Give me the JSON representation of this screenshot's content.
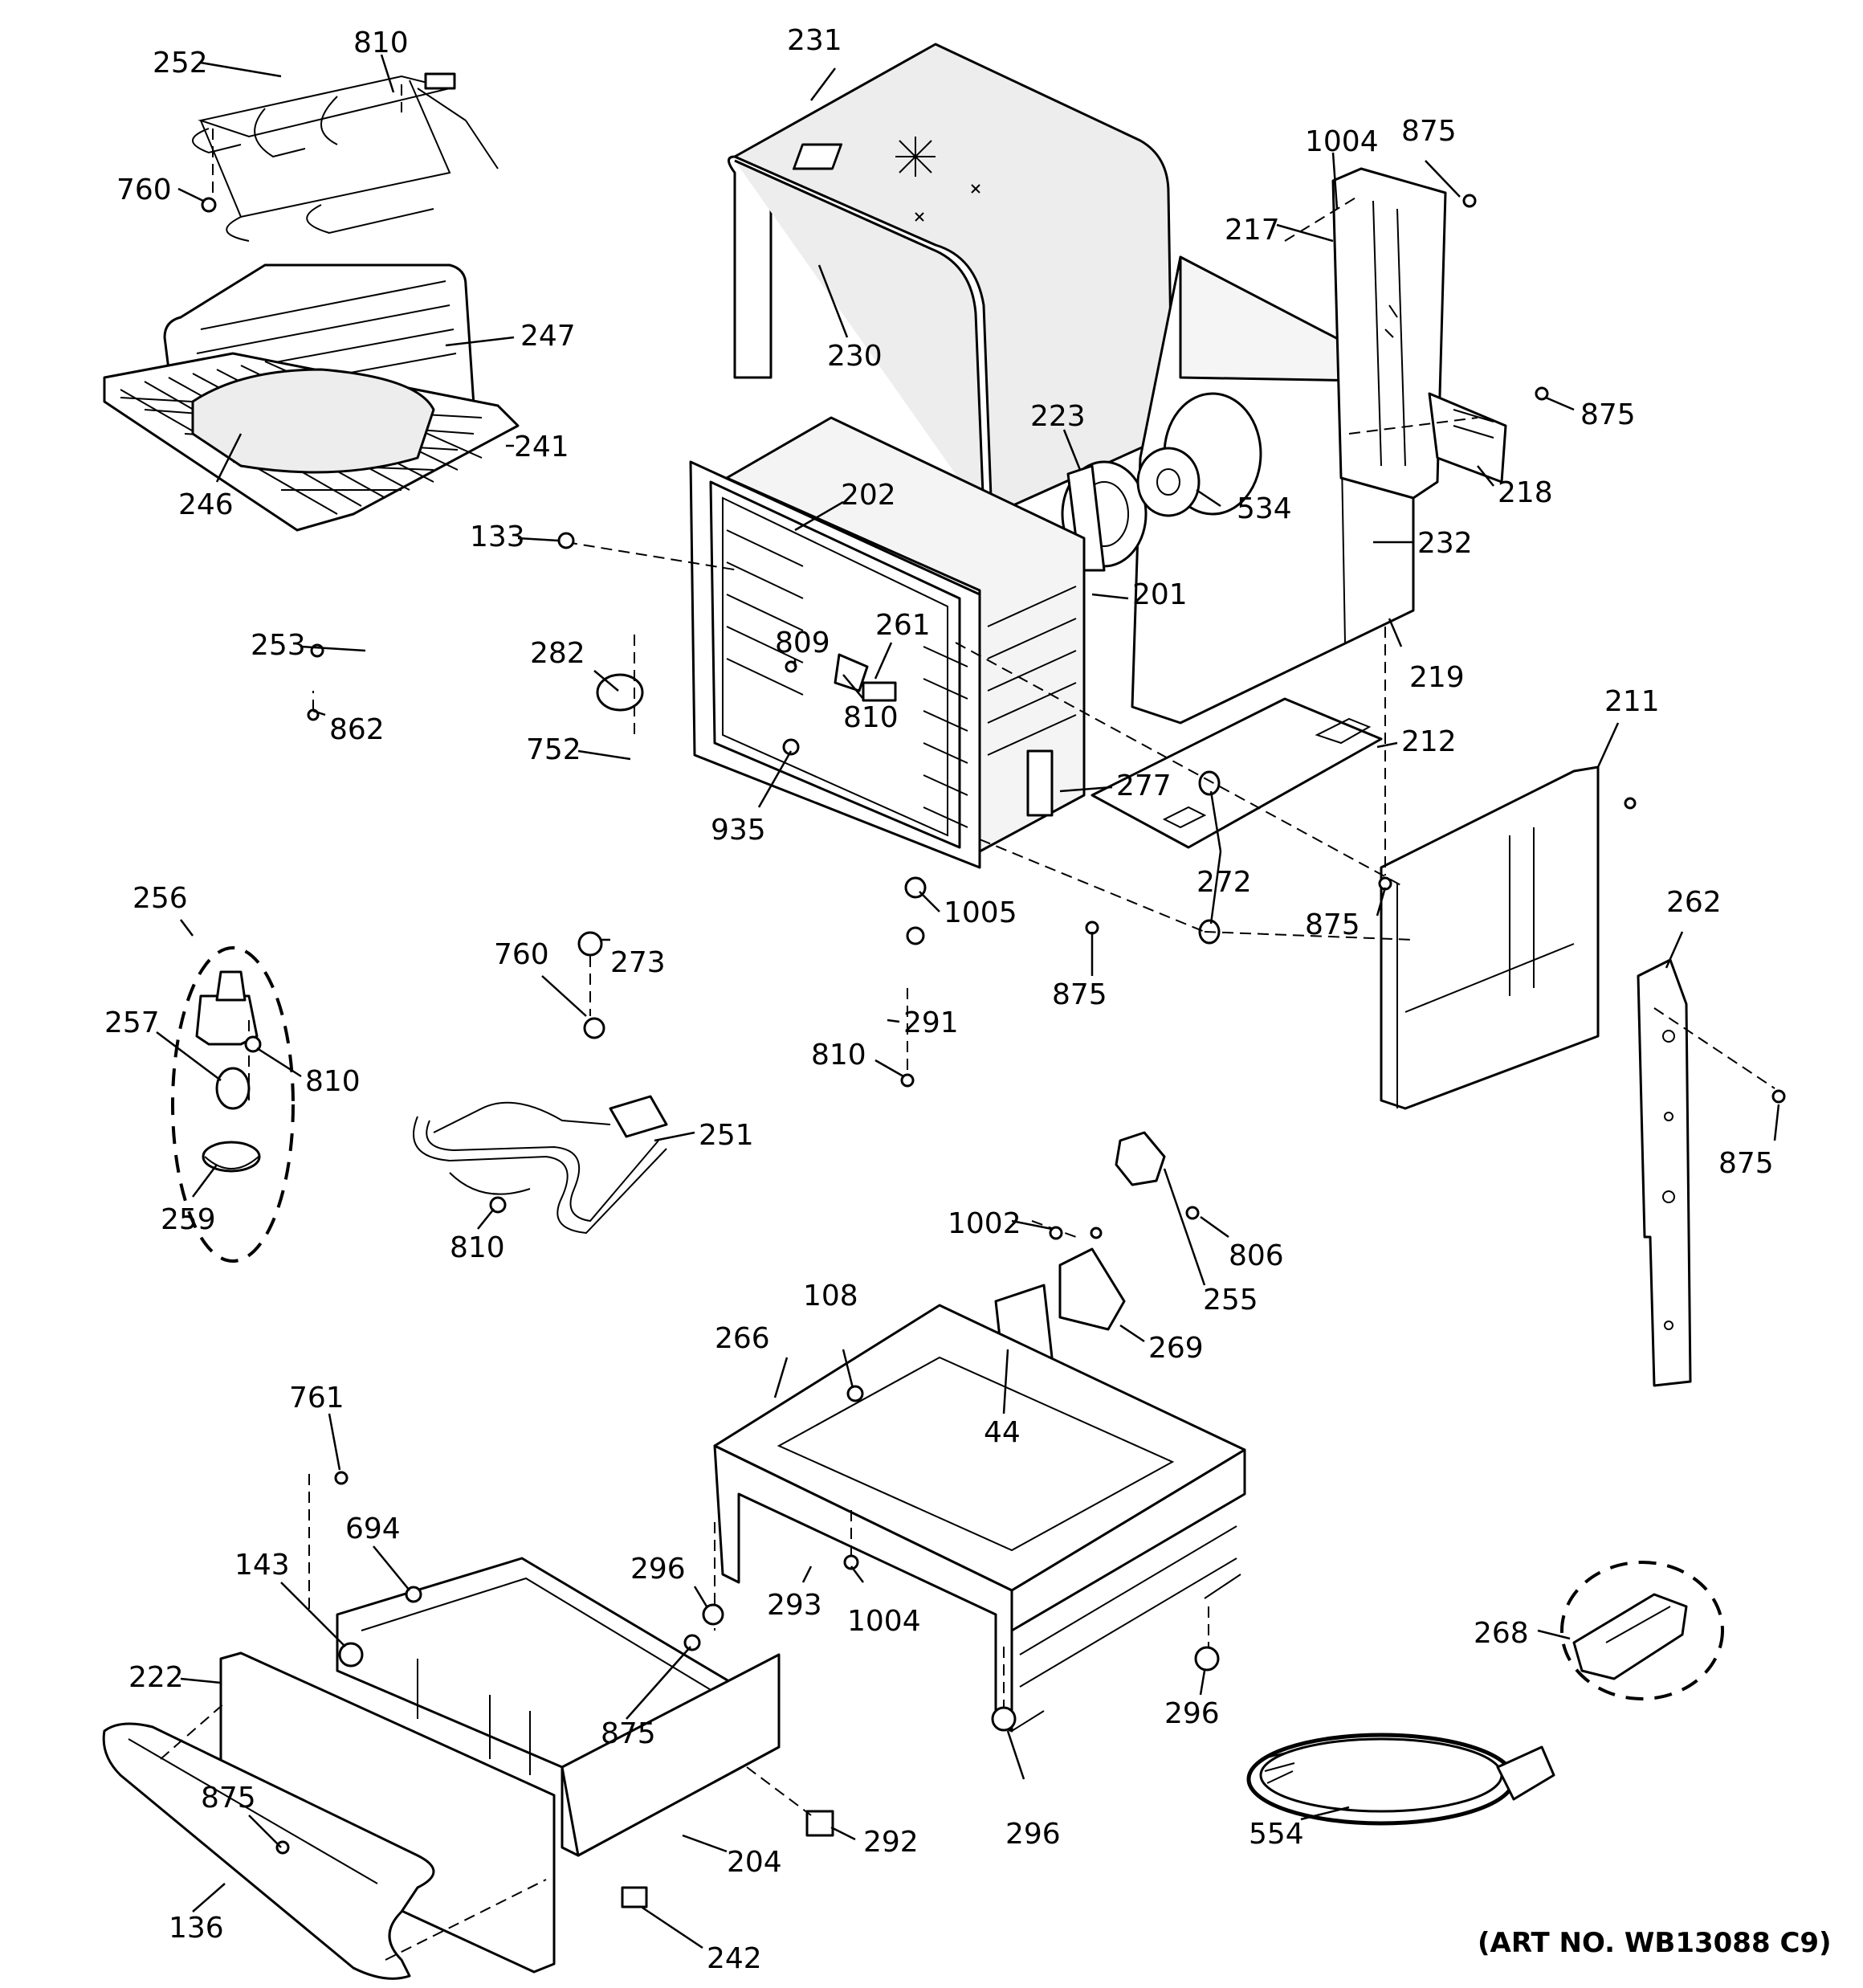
{
  "art_number": "(ART NO. WB13088 C9)",
  "callouts": [
    {
      "id": "252",
      "text": "252"
    },
    {
      "id": "810a",
      "text": "810"
    },
    {
      "id": "760a",
      "text": "760"
    },
    {
      "id": "231",
      "text": "231"
    },
    {
      "id": "230",
      "text": "230"
    },
    {
      "id": "1004a",
      "text": "1004"
    },
    {
      "id": "875a",
      "text": "875"
    },
    {
      "id": "217",
      "text": "217"
    },
    {
      "id": "247",
      "text": "247"
    },
    {
      "id": "241",
      "text": "241"
    },
    {
      "id": "246",
      "text": "246"
    },
    {
      "id": "223",
      "text": "223"
    },
    {
      "id": "534",
      "text": "534"
    },
    {
      "id": "875b",
      "text": "875"
    },
    {
      "id": "218",
      "text": "218"
    },
    {
      "id": "133",
      "text": "133"
    },
    {
      "id": "202",
      "text": "202"
    },
    {
      "id": "232",
      "text": "232"
    },
    {
      "id": "201",
      "text": "201"
    },
    {
      "id": "219",
      "text": "219"
    },
    {
      "id": "253",
      "text": "253"
    },
    {
      "id": "862",
      "text": "862"
    },
    {
      "id": "282",
      "text": "282"
    },
    {
      "id": "809",
      "text": "809"
    },
    {
      "id": "261",
      "text": "261"
    },
    {
      "id": "752",
      "text": "752"
    },
    {
      "id": "810b",
      "text": "810"
    },
    {
      "id": "935",
      "text": "935"
    },
    {
      "id": "211",
      "text": "211"
    },
    {
      "id": "212",
      "text": "212"
    },
    {
      "id": "277",
      "text": "277"
    },
    {
      "id": "272",
      "text": "272"
    },
    {
      "id": "256",
      "text": "256"
    },
    {
      "id": "1005",
      "text": "1005"
    },
    {
      "id": "875c",
      "text": "875"
    },
    {
      "id": "875d",
      "text": "875"
    },
    {
      "id": "262",
      "text": "262"
    },
    {
      "id": "760b",
      "text": "760"
    },
    {
      "id": "273",
      "text": "273"
    },
    {
      "id": "257",
      "text": "257"
    },
    {
      "id": "810c",
      "text": "810"
    },
    {
      "id": "291",
      "text": "291"
    },
    {
      "id": "810d",
      "text": "810"
    },
    {
      "id": "875e",
      "text": "875"
    },
    {
      "id": "251",
      "text": "251"
    },
    {
      "id": "259",
      "text": "259"
    },
    {
      "id": "810e",
      "text": "810"
    },
    {
      "id": "1002",
      "text": "1002"
    },
    {
      "id": "806",
      "text": "806"
    },
    {
      "id": "255",
      "text": "255"
    },
    {
      "id": "108",
      "text": "108"
    },
    {
      "id": "266",
      "text": "266"
    },
    {
      "id": "269",
      "text": "269"
    },
    {
      "id": "44",
      "text": "44"
    },
    {
      "id": "761",
      "text": "761"
    },
    {
      "id": "694",
      "text": "694"
    },
    {
      "id": "143",
      "text": "143"
    },
    {
      "id": "296a",
      "text": "296"
    },
    {
      "id": "293",
      "text": "293"
    },
    {
      "id": "1004b",
      "text": "1004"
    },
    {
      "id": "268",
      "text": "268"
    },
    {
      "id": "222",
      "text": "222"
    },
    {
      "id": "875f",
      "text": "875"
    },
    {
      "id": "296b",
      "text": "296"
    },
    {
      "id": "875g",
      "text": "875"
    },
    {
      "id": "292",
      "text": "292"
    },
    {
      "id": "296c",
      "text": "296"
    },
    {
      "id": "554",
      "text": "554"
    },
    {
      "id": "204",
      "text": "204"
    },
    {
      "id": "136",
      "text": "136"
    },
    {
      "id": "242",
      "text": "242"
    }
  ]
}
